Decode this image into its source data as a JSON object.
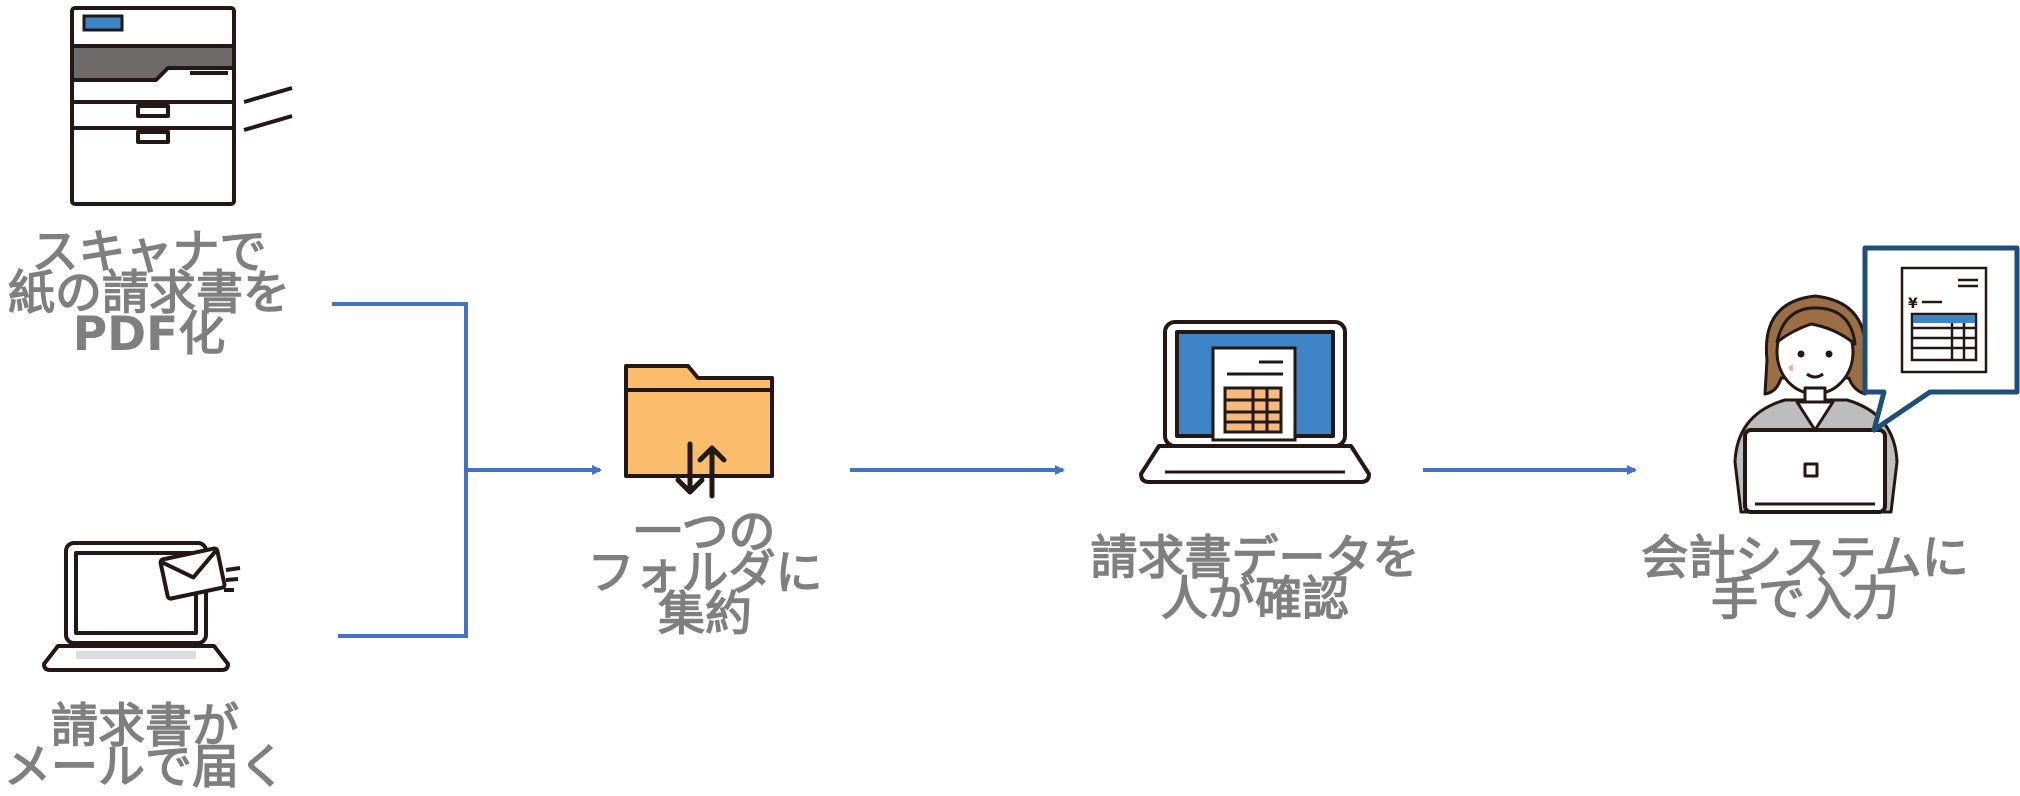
{
  "steps": {
    "scanner": {
      "lines": [
        "スキャナで",
        "紙の請求書を",
        "PDF化"
      ]
    },
    "email": {
      "lines": [
        "請求書が",
        "メールで届く"
      ]
    },
    "folder": {
      "lines": [
        "一つの",
        "フォルダに",
        "集約"
      ]
    },
    "review": {
      "lines": [
        "請求書データを",
        "人が確認"
      ]
    },
    "entry": {
      "lines": [
        "会計システムに",
        "手で入力"
      ]
    }
  },
  "callout": {
    "currency_symbol": "¥"
  },
  "colors": {
    "connector": "#4472c4",
    "label_text": "#7f7f7f",
    "folder_fill": "#fbbd6b",
    "screen_blue": "#3e85c8",
    "outline": "#231815"
  },
  "icons": [
    "scanner-icon",
    "laptop-mail-icon",
    "folder-transfer-icon",
    "laptop-document-icon",
    "person-laptop-icon",
    "invoice-callout-icon"
  ]
}
